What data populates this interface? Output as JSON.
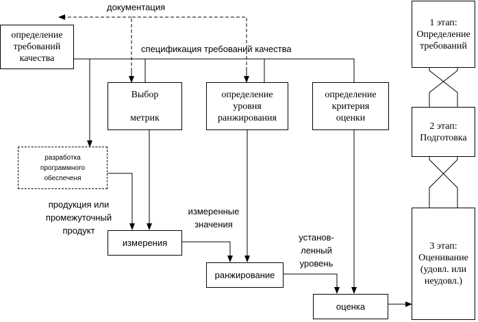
{
  "boxes": {
    "requirements": "определение\nтребований\nкачества",
    "metrics": "Выбор\n\nметрик",
    "ranking_level": "определение\nуровня\nранжирования",
    "criterion": "определение\nкритерия\nоценки",
    "development": "разработка\nпрограммного\nобеспеченя",
    "measurement": "измерения",
    "ranking": "ранжирование",
    "evaluation": "оценка"
  },
  "labels": {
    "documentation": "документация",
    "spec": "спецификация требований качества",
    "product": "продукция или\nпромежуточный\nпродукт",
    "measured": "измеренные\nзначения",
    "level": "установ-\nленный\nуровень"
  },
  "stages": {
    "stage1": "1 этап:\nОпределение\nтребований",
    "stage2": "2 этап:\nПодготовка",
    "stage3": "3 этап:\nОценивание\n(удовл. или\nнеудовл.)"
  }
}
